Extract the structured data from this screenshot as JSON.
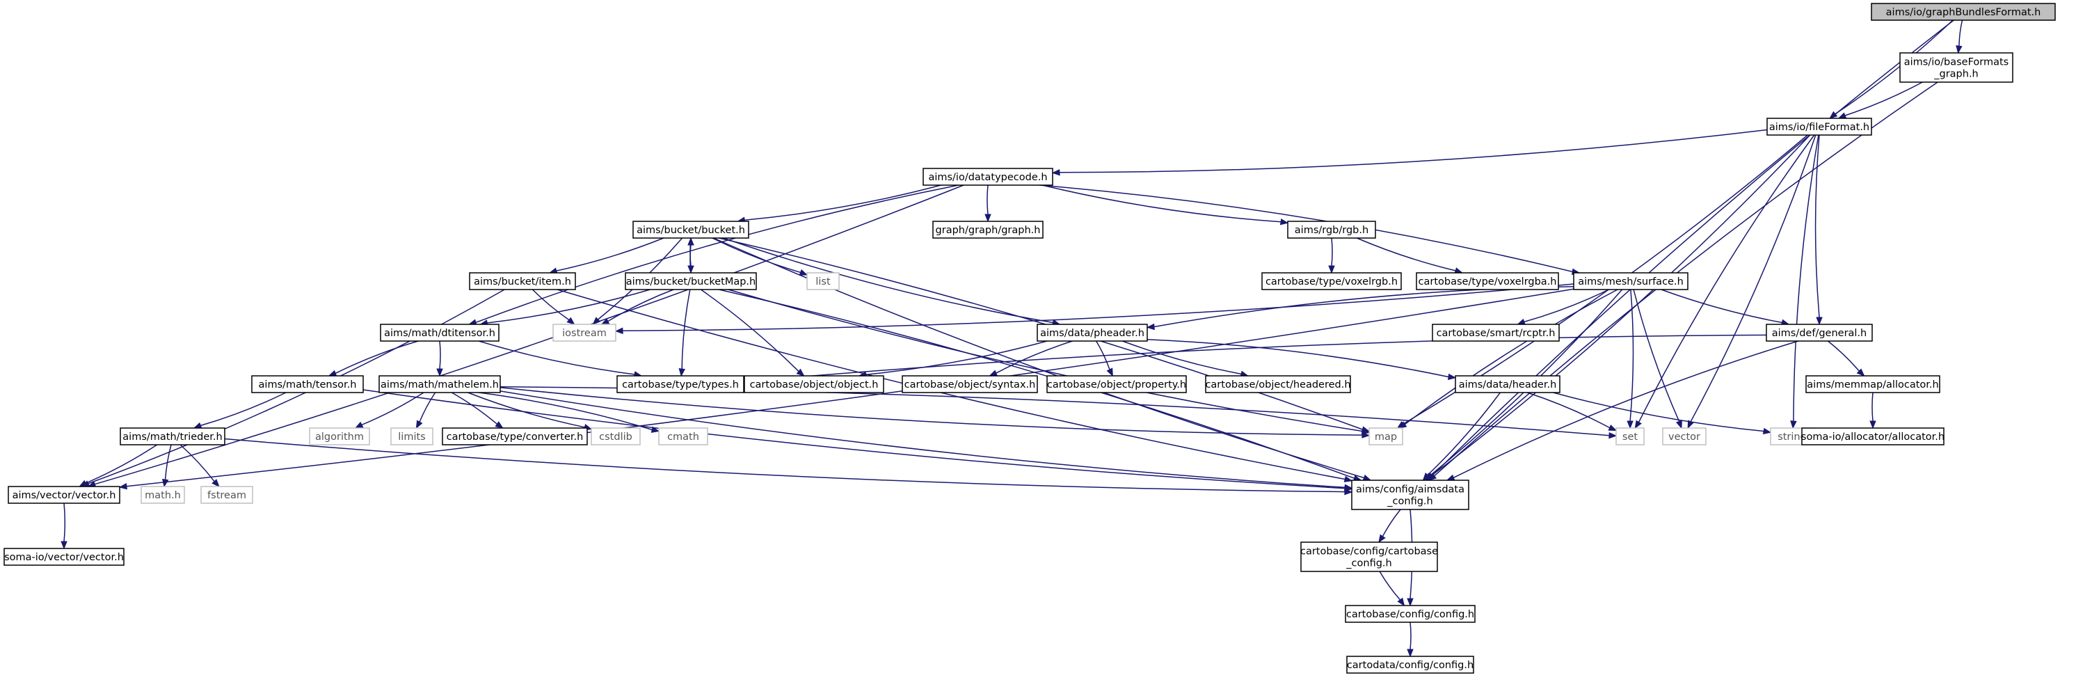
{
  "nodes": [
    {
      "id": "graphBundlesFormat",
      "lines": [
        "aims/io/graphBundlesFormat.h"
      ],
      "style": "root"
    },
    {
      "id": "baseFormats_graph",
      "lines": [
        "aims/io/baseFormats",
        "_graph.h"
      ],
      "style": "normal"
    },
    {
      "id": "fileFormat",
      "lines": [
        "aims/io/fileFormat.h"
      ],
      "style": "normal"
    },
    {
      "id": "datatypecode",
      "lines": [
        "aims/io/datatypecode.h"
      ],
      "style": "normal"
    },
    {
      "id": "graph_graph",
      "lines": [
        "graph/graph/graph.h"
      ],
      "style": "normal"
    },
    {
      "id": "bucket",
      "lines": [
        "aims/bucket/bucket.h"
      ],
      "style": "normal"
    },
    {
      "id": "rgb",
      "lines": [
        "aims/rgb/rgb.h"
      ],
      "style": "normal"
    },
    {
      "id": "list",
      "lines": [
        "list"
      ],
      "style": "external"
    },
    {
      "id": "item",
      "lines": [
        "aims/bucket/item.h"
      ],
      "style": "normal"
    },
    {
      "id": "bucketMap",
      "lines": [
        "aims/bucket/bucketMap.h"
      ],
      "style": "normal"
    },
    {
      "id": "voxelrgb",
      "lines": [
        "cartobase/type/voxelrgb.h"
      ],
      "style": "normal"
    },
    {
      "id": "voxelrgba",
      "lines": [
        "cartobase/type/voxelrgba.h"
      ],
      "style": "normal"
    },
    {
      "id": "surface",
      "lines": [
        "aims/mesh/surface.h"
      ],
      "style": "normal"
    },
    {
      "id": "iostream",
      "lines": [
        "iostream"
      ],
      "style": "external"
    },
    {
      "id": "dtitensor",
      "lines": [
        "aims/math/dtitensor.h"
      ],
      "style": "normal"
    },
    {
      "id": "pheader",
      "lines": [
        "aims/data/pheader.h"
      ],
      "style": "normal"
    },
    {
      "id": "rcptr",
      "lines": [
        "cartobase/smart/rcptr.h"
      ],
      "style": "normal"
    },
    {
      "id": "general",
      "lines": [
        "aims/def/general.h"
      ],
      "style": "normal"
    },
    {
      "id": "tensor",
      "lines": [
        "aims/math/tensor.h"
      ],
      "style": "normal"
    },
    {
      "id": "mathelem",
      "lines": [
        "aims/math/mathelem.h"
      ],
      "style": "normal"
    },
    {
      "id": "types",
      "lines": [
        "cartobase/type/types.h"
      ],
      "style": "normal"
    },
    {
      "id": "object",
      "lines": [
        "cartobase/object/object.h"
      ],
      "style": "normal"
    },
    {
      "id": "syntax",
      "lines": [
        "cartobase/object/syntax.h"
      ],
      "style": "normal"
    },
    {
      "id": "property",
      "lines": [
        "cartobase/object/property.h"
      ],
      "style": "normal"
    },
    {
      "id": "headered",
      "lines": [
        "cartobase/object/headered.h"
      ],
      "style": "normal"
    },
    {
      "id": "header",
      "lines": [
        "aims/data/header.h"
      ],
      "style": "normal"
    },
    {
      "id": "allocator_h",
      "lines": [
        "aims/memmap/allocator.h"
      ],
      "style": "normal"
    },
    {
      "id": "trieder",
      "lines": [
        "aims/math/trieder.h"
      ],
      "style": "normal"
    },
    {
      "id": "algorithm",
      "lines": [
        "algorithm"
      ],
      "style": "external"
    },
    {
      "id": "limits",
      "lines": [
        "limits"
      ],
      "style": "external"
    },
    {
      "id": "converter",
      "lines": [
        "cartobase/type/converter.h"
      ],
      "style": "normal"
    },
    {
      "id": "cstdlib",
      "lines": [
        "cstdlib"
      ],
      "style": "external"
    },
    {
      "id": "cmath",
      "lines": [
        "cmath"
      ],
      "style": "external"
    },
    {
      "id": "map",
      "lines": [
        "map"
      ],
      "style": "external"
    },
    {
      "id": "set",
      "lines": [
        "set"
      ],
      "style": "external"
    },
    {
      "id": "vector_std",
      "lines": [
        "vector"
      ],
      "style": "external"
    },
    {
      "id": "string",
      "lines": [
        "string"
      ],
      "style": "external"
    },
    {
      "id": "soma_allocator",
      "lines": [
        "soma-io/allocator/allocator.h"
      ],
      "style": "normal"
    },
    {
      "id": "aims_vector",
      "lines": [
        "aims/vector/vector.h"
      ],
      "style": "normal"
    },
    {
      "id": "math_h",
      "lines": [
        "math.h"
      ],
      "style": "external"
    },
    {
      "id": "fstream",
      "lines": [
        "fstream"
      ],
      "style": "external"
    },
    {
      "id": "aimsdata_config",
      "lines": [
        "aims/config/aimsdata",
        "_config.h"
      ],
      "style": "normal"
    },
    {
      "id": "soma_vector",
      "lines": [
        "soma-io/vector/vector.h"
      ],
      "style": "normal"
    },
    {
      "id": "cartobase_config",
      "lines": [
        "cartobase/config/cartobase",
        "_config.h"
      ],
      "style": "normal"
    },
    {
      "id": "config",
      "lines": [
        "cartobase/config/config.h"
      ],
      "style": "normal"
    },
    {
      "id": "cartodata_config",
      "lines": [
        "cartodata/config/config.h"
      ],
      "style": "normal"
    }
  ],
  "edges": [
    [
      "graphBundlesFormat",
      "baseFormats_graph"
    ],
    [
      "graphBundlesFormat",
      "fileFormat"
    ],
    [
      "graphBundlesFormat",
      "aimsdata_config"
    ],
    [
      "baseFormats_graph",
      "fileFormat"
    ],
    [
      "baseFormats_graph",
      "aimsdata_config"
    ],
    [
      "fileFormat",
      "datatypecode"
    ],
    [
      "fileFormat",
      "general"
    ],
    [
      "fileFormat",
      "map"
    ],
    [
      "fileFormat",
      "set"
    ],
    [
      "fileFormat",
      "vector_std"
    ],
    [
      "fileFormat",
      "string"
    ],
    [
      "fileFormat",
      "aimsdata_config"
    ],
    [
      "datatypecode",
      "graph_graph"
    ],
    [
      "datatypecode",
      "bucket"
    ],
    [
      "datatypecode",
      "rgb"
    ],
    [
      "datatypecode",
      "surface"
    ],
    [
      "datatypecode",
      "dtitensor"
    ],
    [
      "datatypecode",
      "aims_vector"
    ],
    [
      "bucket",
      "list"
    ],
    [
      "bucket",
      "item"
    ],
    [
      "bucket",
      "bucketMap"
    ],
    [
      "bucket",
      "iostream"
    ],
    [
      "bucket",
      "pheader"
    ],
    [
      "bucket",
      "map"
    ],
    [
      "bucket",
      "aimsdata_config"
    ],
    [
      "bucketMap",
      "bucket"
    ],
    [
      "bucketMap",
      "iostream"
    ],
    [
      "bucketMap",
      "dtitensor"
    ],
    [
      "bucketMap",
      "types"
    ],
    [
      "bucketMap",
      "object"
    ],
    [
      "bucketMap",
      "map"
    ],
    [
      "bucketMap",
      "aimsdata_config"
    ],
    [
      "item",
      "iostream"
    ],
    [
      "item",
      "aims_vector"
    ],
    [
      "item",
      "aimsdata_config"
    ],
    [
      "rgb",
      "voxelrgb"
    ],
    [
      "rgb",
      "voxelrgba"
    ],
    [
      "surface",
      "iostream"
    ],
    [
      "surface",
      "pheader"
    ],
    [
      "surface",
      "rcptr"
    ],
    [
      "surface",
      "general"
    ],
    [
      "surface",
      "aims_vector"
    ],
    [
      "surface",
      "map"
    ],
    [
      "surface",
      "set"
    ],
    [
      "surface",
      "vector_std"
    ],
    [
      "surface",
      "aimsdata_config"
    ],
    [
      "dtitensor",
      "tensor"
    ],
    [
      "dtitensor",
      "mathelem"
    ],
    [
      "dtitensor",
      "types"
    ],
    [
      "pheader",
      "object"
    ],
    [
      "pheader",
      "syntax"
    ],
    [
      "pheader",
      "property"
    ],
    [
      "pheader",
      "headered"
    ],
    [
      "pheader",
      "header"
    ],
    [
      "general",
      "types"
    ],
    [
      "general",
      "allocator_h"
    ],
    [
      "general",
      "aimsdata_config"
    ],
    [
      "tensor",
      "trieder"
    ],
    [
      "tensor",
      "aimsdata_config"
    ],
    [
      "mathelem",
      "algorithm"
    ],
    [
      "mathelem",
      "limits"
    ],
    [
      "mathelem",
      "converter"
    ],
    [
      "mathelem",
      "cstdlib"
    ],
    [
      "mathelem",
      "cmath"
    ],
    [
      "mathelem",
      "map"
    ],
    [
      "mathelem",
      "set"
    ],
    [
      "mathelem",
      "aimsdata_config"
    ],
    [
      "header",
      "set"
    ],
    [
      "header",
      "string"
    ],
    [
      "header",
      "aimsdata_config"
    ],
    [
      "allocator_h",
      "soma_allocator"
    ],
    [
      "trieder",
      "aims_vector"
    ],
    [
      "trieder",
      "math_h"
    ],
    [
      "trieder",
      "fstream"
    ],
    [
      "trieder",
      "aimsdata_config"
    ],
    [
      "aims_vector",
      "soma_vector"
    ],
    [
      "aimsdata_config",
      "cartobase_config"
    ],
    [
      "aimsdata_config",
      "config"
    ],
    [
      "cartobase_config",
      "config"
    ],
    [
      "config",
      "cartodata_config"
    ]
  ],
  "colors": {
    "edge": "#191970",
    "node_border": "#000000",
    "external_border": "#bfbfbf",
    "external_text": "#555555",
    "root_fill": "#bfbfbf",
    "node_fill": "#ffffff"
  }
}
